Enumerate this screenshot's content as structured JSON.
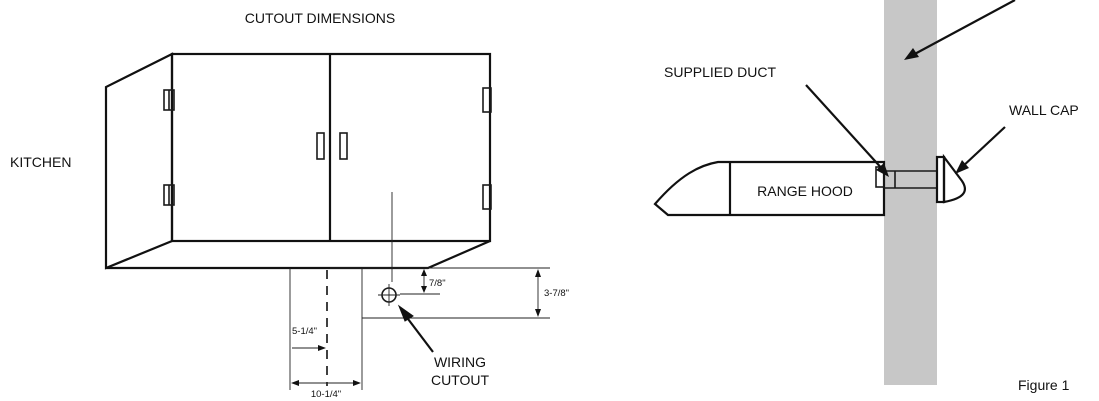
{
  "cabinet_diagram": {
    "title": "CUTOUT DIMENSIONS",
    "room_label": "KITCHEN",
    "callout": {
      "line1": "WIRING",
      "line2": "CUTOUT"
    },
    "dimensions": {
      "top_offset": "7/8\"",
      "vertical_total": "3-7/8\"",
      "horizontal_half": "5-1/4\"",
      "horizontal_total": "10-1/4\""
    }
  },
  "duct_diagram": {
    "labels": {
      "supplied_duct": "SUPPLIED DUCT",
      "wall_cap": "WALL CAP",
      "range_hood": "RANGE HOOD"
    },
    "wall_color": "#c7c7c7"
  },
  "figure_label": "Figure 1"
}
